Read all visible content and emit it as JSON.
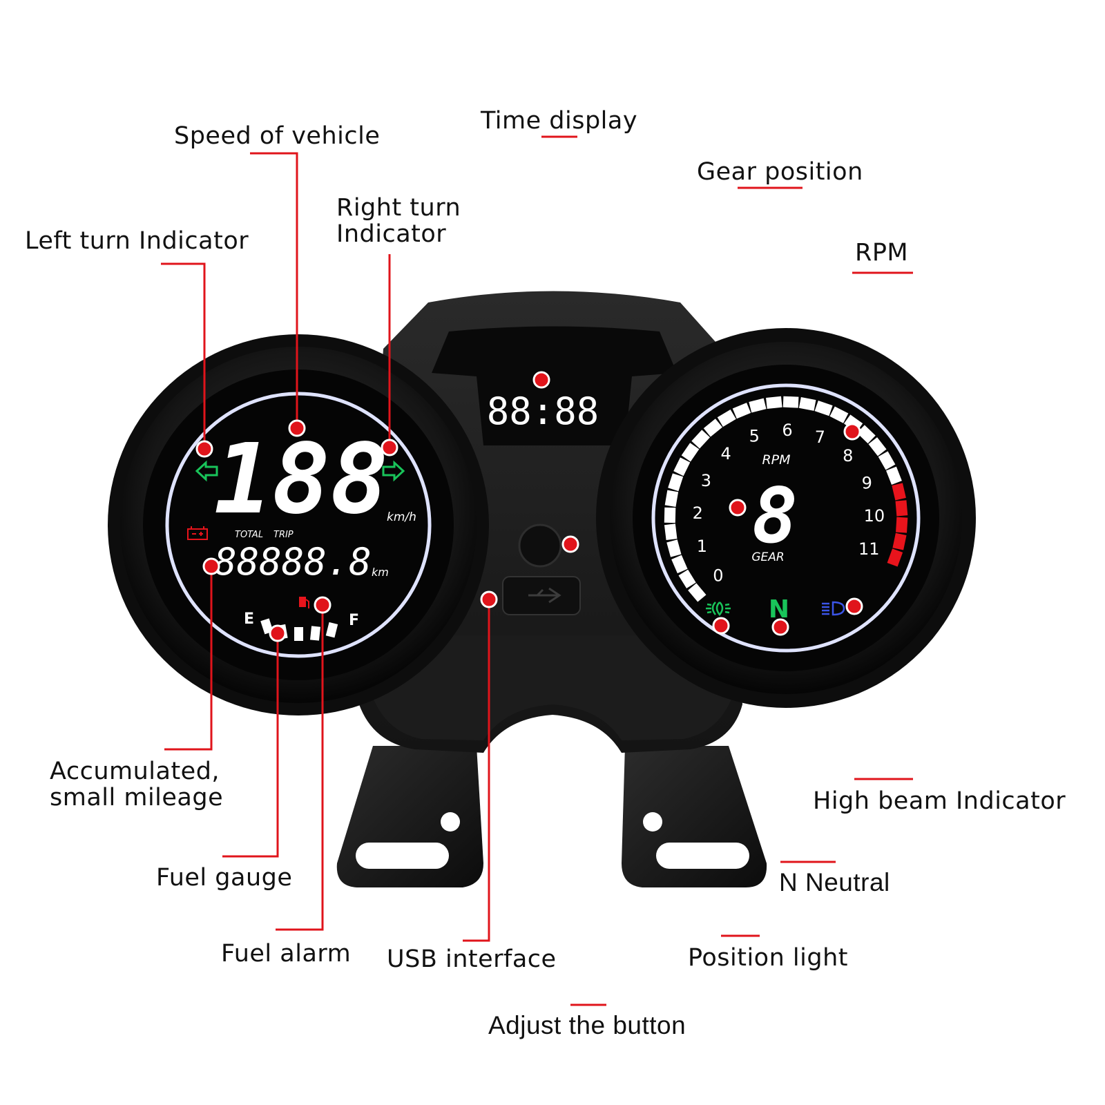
{
  "colors": {
    "callout": "#e0141b",
    "led_white": "#ffffff",
    "ring_blue": "#cfd6ff",
    "green": "#19c45a",
    "red": "#e8141c",
    "blue": "#3b55e8",
    "housing": "#1a1a1a"
  },
  "display": {
    "speed": "188",
    "speed_unit": "km/h",
    "total_label": "TOTAL",
    "trip_label": "TRIP",
    "odometer": "88888.8",
    "odometer_unit": "km",
    "fuel_empty": "E",
    "fuel_full": "F",
    "time": "88:88",
    "rpm_label": "RPM",
    "gear": "8",
    "gear_label": "GEAR",
    "neutral": "N",
    "rpm_ticks": [
      "0",
      "1",
      "2",
      "3",
      "4",
      "5",
      "6",
      "7",
      "8",
      "9",
      "10",
      "11"
    ]
  },
  "callouts": {
    "left_turn": "Left turn Indicator",
    "speed": "Speed of vehicle",
    "right_turn_1": "Right turn",
    "right_turn_2": "Indicator",
    "time": "Time display",
    "gear": "Gear position",
    "rpm": "RPM",
    "accumulated_1": "Accumulated,",
    "accumulated_2": "small mileage",
    "fuel_gauge": "Fuel gauge",
    "fuel_alarm": "Fuel alarm",
    "usb": "USB interface",
    "adjust": "Adjust the button",
    "position_light": "Position light",
    "neutral": "N Neutral",
    "high_beam": "High beam Indicator"
  }
}
